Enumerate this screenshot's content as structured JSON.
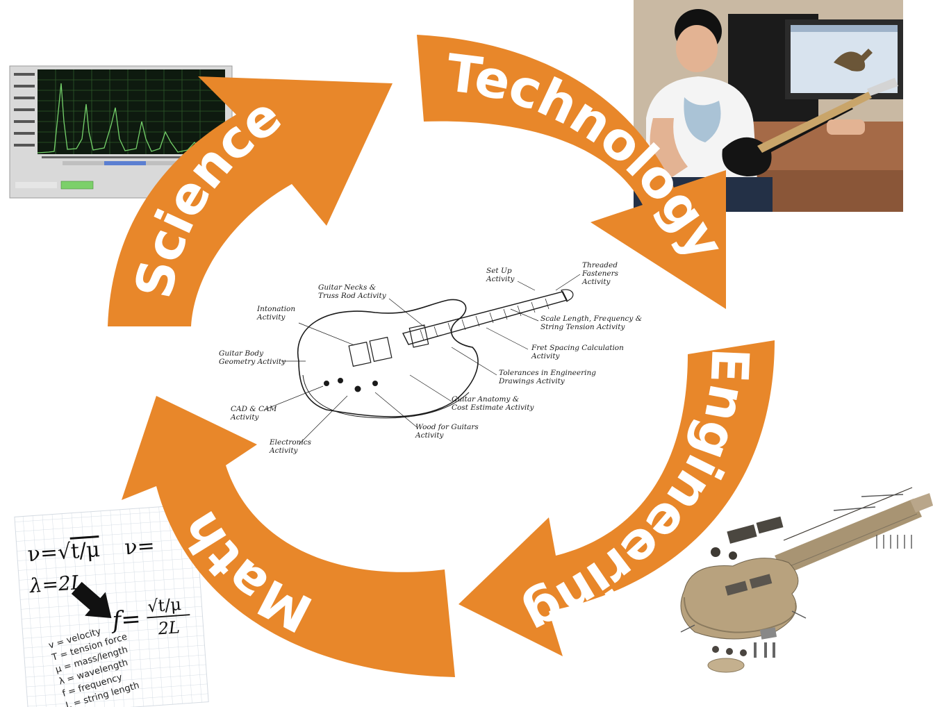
{
  "colors": {
    "arrow": "#e8872a",
    "background": "#ffffff",
    "scope_bg": "#0e1a0f",
    "scope_trace": "#74d16a",
    "wood": "#b8a27e"
  },
  "cycle": {
    "science_label": "Science",
    "technology_label": "Technology",
    "engineering_label": "Engineering",
    "math_label": "Math"
  },
  "guitar_sketch": {
    "labels": [
      "Set Up\nActivity",
      "Threaded\nFasteners\nActivity",
      "Guitar Necks &\nTruss Rod Activity",
      "Intonation\nActivity",
      "Scale Length, Frequency &\nString Tension Activity",
      "Fret Spacing Calculation\nActivity",
      "Guitar Body\nGeometry Activity",
      "Tolerances in Engineering\nDrawings Activity",
      "Guitar Anatomy &\nCost Estimate Activity",
      "CAD & CAM\nActivity",
      "Wood for Guitars\nActivity",
      "Electronics\nActivity"
    ]
  },
  "math_sheet": {
    "eq1": "ν=√t/μ",
    "eq1_partial": "ν=",
    "eq2": "λ=2L",
    "eq3_f": "f=",
    "eq3_num": "√t/μ",
    "eq3_den": "2L",
    "legend": [
      "v = velocity",
      "T = tension force",
      "μ = mass/length",
      "λ = wavelength",
      "f = frequency",
      "L = string length"
    ]
  }
}
